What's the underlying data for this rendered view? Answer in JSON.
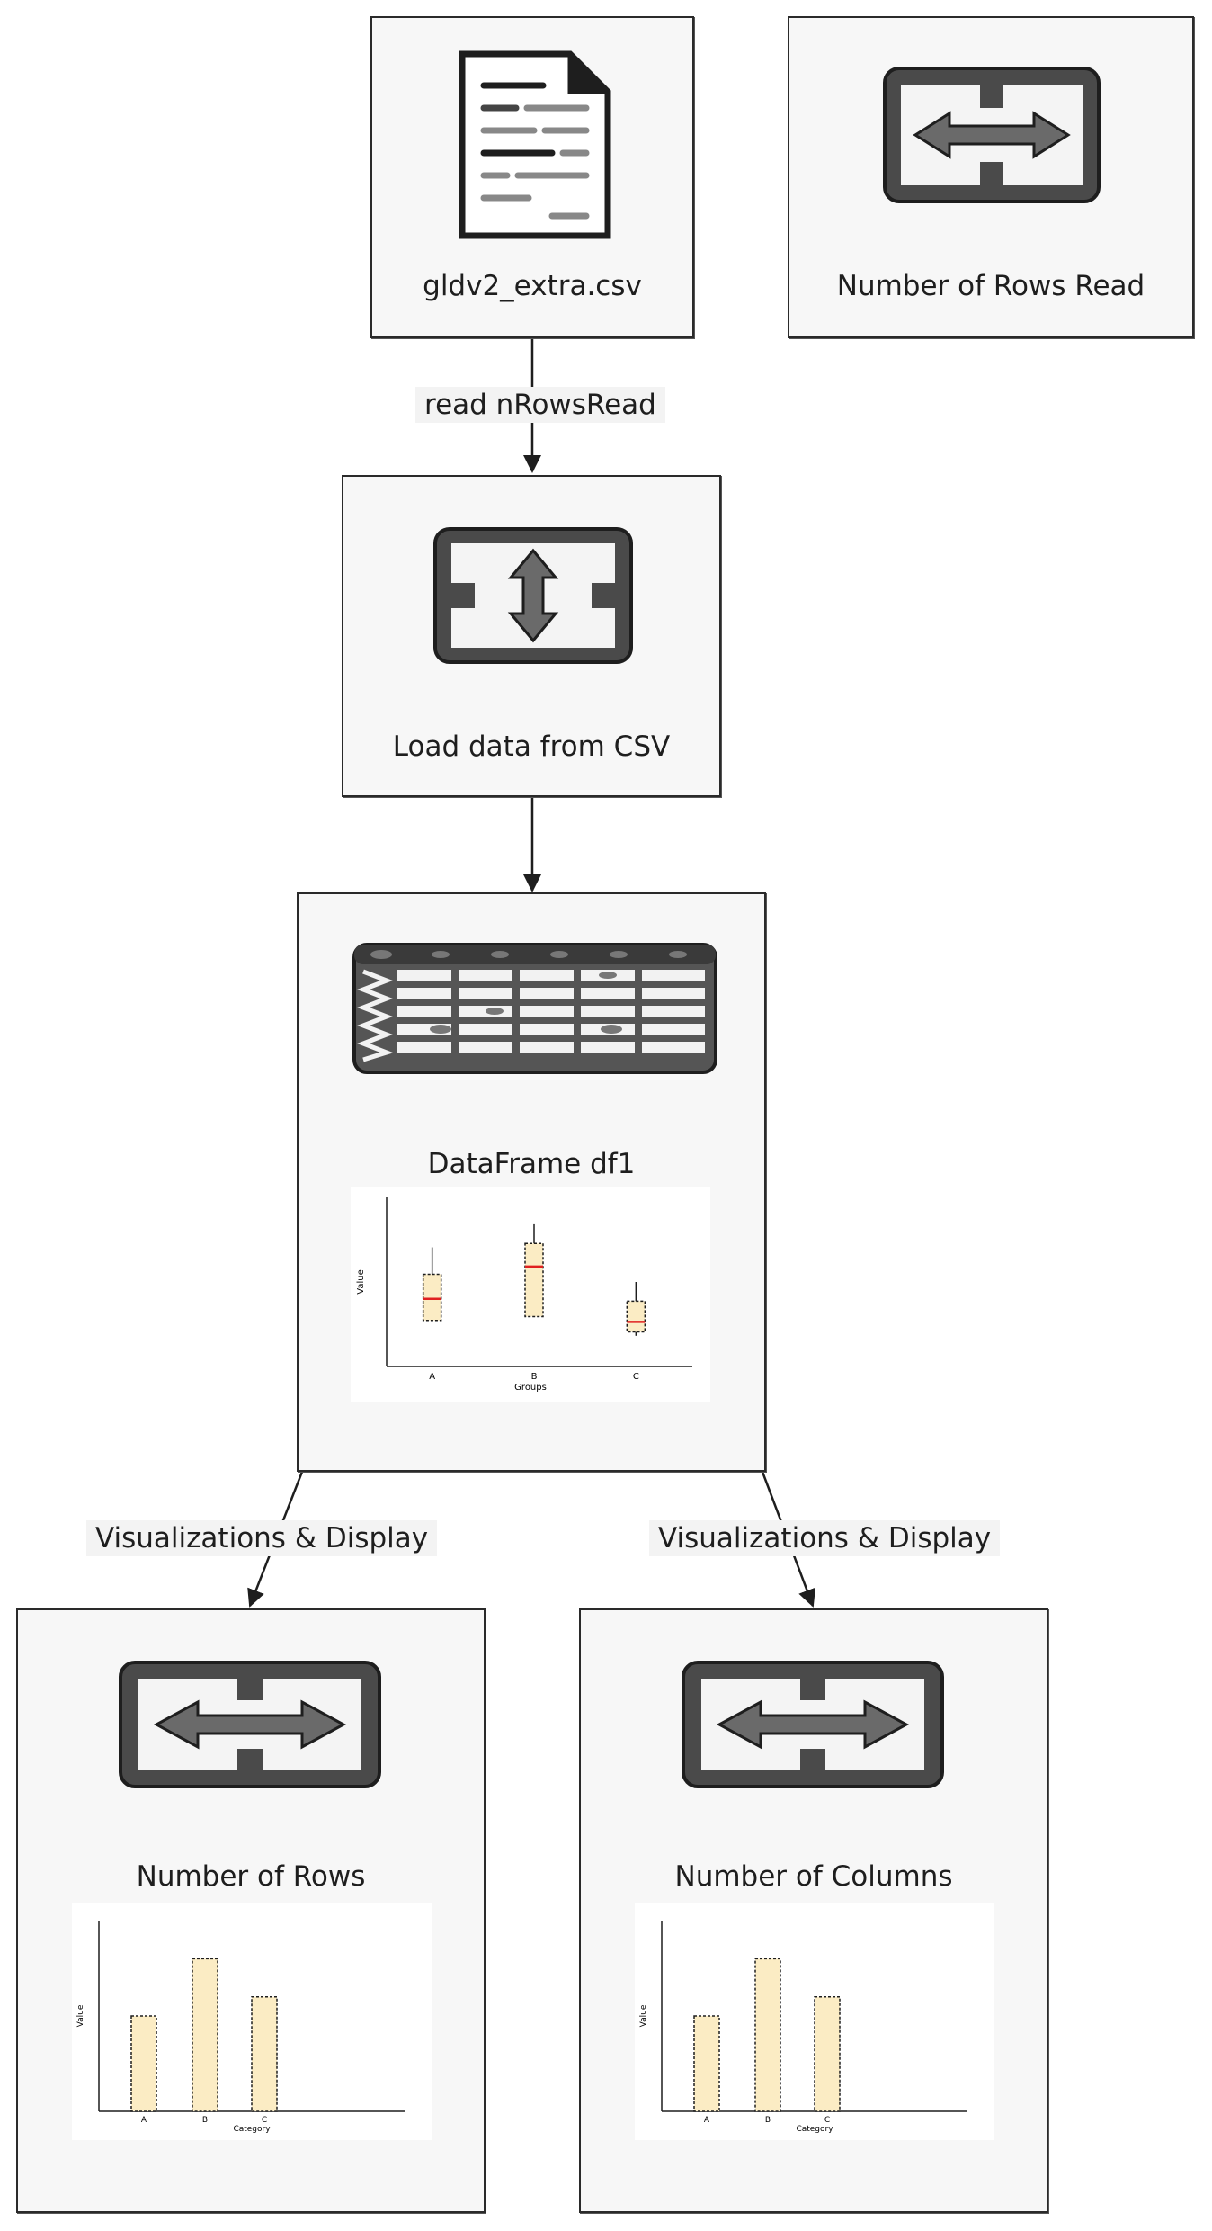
{
  "nodes": {
    "csv_file": {
      "label": "gldv2_extra.csv",
      "icon": "document-icon"
    },
    "rows_read": {
      "label": "Number of Rows Read",
      "icon": "horizontal-transfer-icon"
    },
    "load": {
      "label": "Load data from CSV",
      "icon": "vertical-transfer-icon"
    },
    "dataframe": {
      "label": "DataFrame df1",
      "icon": "table-icon"
    },
    "num_rows": {
      "label": "Number of Rows",
      "icon": "horizontal-transfer-icon"
    },
    "num_cols": {
      "label": "Number of Columns",
      "icon": "horizontal-transfer-icon"
    }
  },
  "edges": {
    "read_label": "read nRowsRead",
    "viz_left_label": "Visualizations & Display",
    "viz_right_label": "Visualizations & Display"
  },
  "chart_data": [
    {
      "type": "box",
      "xlabel": "Groups",
      "ylabel": "Value",
      "categories": [
        "A",
        "B",
        "C"
      ],
      "boxes": [
        {
          "whisker_low": 0.2,
          "q1": 0.2,
          "median": 0.48,
          "q3": 0.8,
          "whisker_high": 1.15
        },
        {
          "whisker_low": 0.25,
          "q1": 0.25,
          "median": 0.9,
          "q3": 1.2,
          "whisker_high": 1.45
        },
        {
          "whisker_low": 0.0,
          "q1": 0.05,
          "median": 0.18,
          "q3": 0.45,
          "whisker_high": 0.7
        }
      ],
      "ylim": [
        -0.4,
        1.8
      ],
      "colors": {
        "box": "#fbecc4",
        "median": "#e02020"
      }
    },
    {
      "type": "bar",
      "xlabel": "Category",
      "ylabel": "Value",
      "categories": [
        "A",
        "B",
        "C"
      ],
      "values": [
        5,
        8,
        6
      ],
      "ylim": [
        0,
        10
      ],
      "colors": {
        "bar": "#fbecc4"
      }
    },
    {
      "type": "bar",
      "xlabel": "Category",
      "ylabel": "Value",
      "categories": [
        "A",
        "B",
        "C"
      ],
      "values": [
        5,
        8,
        6
      ],
      "ylim": [
        0,
        10
      ],
      "colors": {
        "bar": "#fbecc4"
      }
    }
  ]
}
